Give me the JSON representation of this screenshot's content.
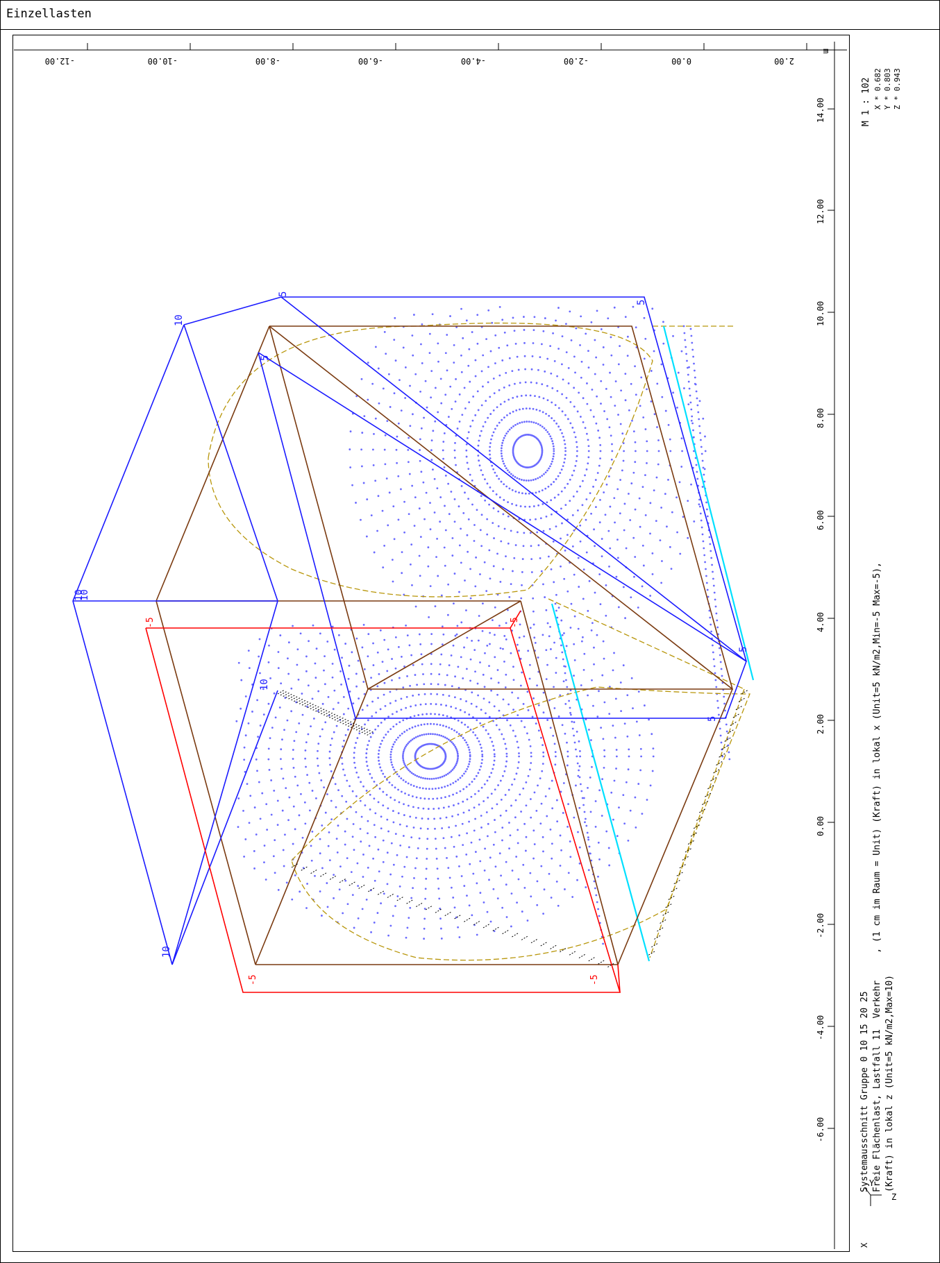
{
  "window": {
    "title": "Einzellasten"
  },
  "scale": {
    "ratio": "M 1 : 102",
    "x": "X * 0.682",
    "y": "Y * 0.803",
    "z": "Z * 0.943"
  },
  "caption": {
    "line1": "Systemausschnitt Gruppe 0 10 15 20 25",
    "line2": "Freie Flächenlast, Lastfall 11  Verkehr     , (1 cm im Raum = Unit) (Kraft) in lokal x (Unit=5 kN/m2,Min=-5 Max=-5),",
    "line3": "(Kraft) in lokal z (Unit=5 kN/m2,Max=10)"
  },
  "axes": {
    "unit": "m",
    "top_ticks": [
      "2.00",
      "0.00",
      "-2.00",
      "-4.00",
      "-6.00",
      "-8.00",
      "-10.00",
      "-12.00"
    ],
    "side_ticks": [
      "14.00",
      "12.00",
      "10.00",
      "8.00",
      "6.00",
      "4.00",
      "2.00",
      "0.00",
      "-2.00",
      "-4.00",
      "-6.00"
    ]
  },
  "triad": {
    "x": "X",
    "y": "Y",
    "z": "Z"
  },
  "load_labels": {
    "red": [
      "-5",
      "-5",
      "-5",
      "-5"
    ],
    "blue_10": [
      "10",
      "10",
      "10",
      "10",
      "10"
    ],
    "blue_5": [
      "5",
      "5",
      "5",
      "5",
      "5"
    ]
  },
  "colors": {
    "load_x": "#ff0000",
    "load_z": "#0000ff",
    "structure": "#7a3a10",
    "dots": "#6a6aff",
    "edge_accent": "#00e0ff",
    "dashed": "#b8960a",
    "axis": "#000000"
  }
}
